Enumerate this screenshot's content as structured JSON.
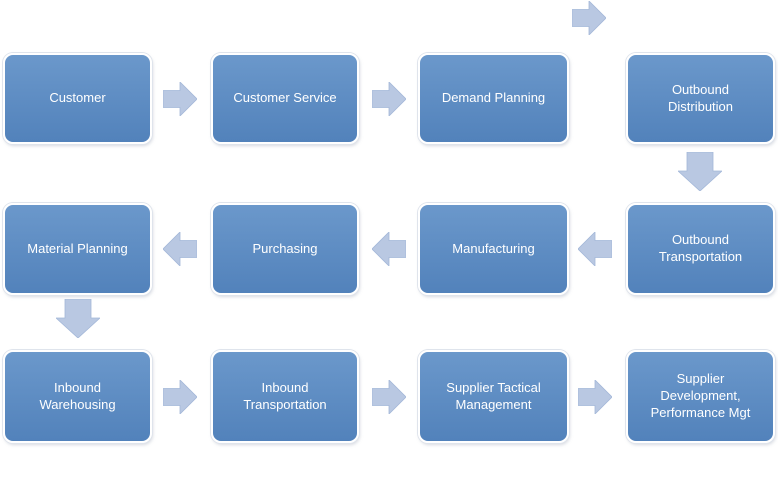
{
  "diagram": {
    "type": "flowchart",
    "nodes": [
      {
        "id": "customer",
        "label": "Customer",
        "row": 1,
        "col": 1
      },
      {
        "id": "customer-service",
        "label": "Customer Service",
        "row": 1,
        "col": 2
      },
      {
        "id": "demand-planning",
        "label": "Demand Planning",
        "row": 1,
        "col": 3
      },
      {
        "id": "outbound-distribution",
        "label": "Outbound\nDistribution",
        "row": 1,
        "col": 4
      },
      {
        "id": "material-planning",
        "label": "Material Planning",
        "row": 2,
        "col": 1
      },
      {
        "id": "purchasing",
        "label": "Purchasing",
        "row": 2,
        "col": 2
      },
      {
        "id": "manufacturing",
        "label": "Manufacturing",
        "row": 2,
        "col": 3
      },
      {
        "id": "outbound-transportation",
        "label": "Outbound\nTransportation",
        "row": 2,
        "col": 4
      },
      {
        "id": "inbound-warehousing",
        "label": "Inbound\nWarehousing",
        "row": 3,
        "col": 1
      },
      {
        "id": "inbound-transportation",
        "label": "Inbound\nTransportation",
        "row": 3,
        "col": 2
      },
      {
        "id": "supplier-tactical-management",
        "label": "Supplier Tactical\nManagement",
        "row": 3,
        "col": 3
      },
      {
        "id": "supplier-development",
        "label": "Supplier\nDevelopment,\nPerformance Mgt",
        "row": 3,
        "col": 4
      }
    ],
    "connectors": [
      {
        "from": "customer",
        "to": "customer-service",
        "direction": "right"
      },
      {
        "from": "customer-service",
        "to": "demand-planning",
        "direction": "right"
      },
      {
        "from": "demand-planning",
        "to": "outbound-distribution",
        "direction": "right",
        "placement": "top-edge"
      },
      {
        "from": "outbound-distribution",
        "to": "outbound-transportation",
        "direction": "down"
      },
      {
        "from": "outbound-transportation",
        "to": "manufacturing",
        "direction": "left"
      },
      {
        "from": "manufacturing",
        "to": "purchasing",
        "direction": "left"
      },
      {
        "from": "purchasing",
        "to": "material-planning",
        "direction": "left"
      },
      {
        "from": "material-planning",
        "to": "inbound-warehousing",
        "direction": "down"
      },
      {
        "from": "inbound-warehousing",
        "to": "inbound-transportation",
        "direction": "right"
      },
      {
        "from": "inbound-transportation",
        "to": "supplier-tactical-management",
        "direction": "right"
      },
      {
        "from": "supplier-tactical-management",
        "to": "supplier-development",
        "direction": "right"
      }
    ],
    "colors": {
      "node_fill_top": "#6b98cb",
      "node_fill_bottom": "#5282bb",
      "node_border": "#ffffff",
      "node_text": "#ffffff",
      "arrow_fill": "#b9c8e2",
      "arrow_edge": "#a3b7d8",
      "background": "#ffffff"
    }
  }
}
